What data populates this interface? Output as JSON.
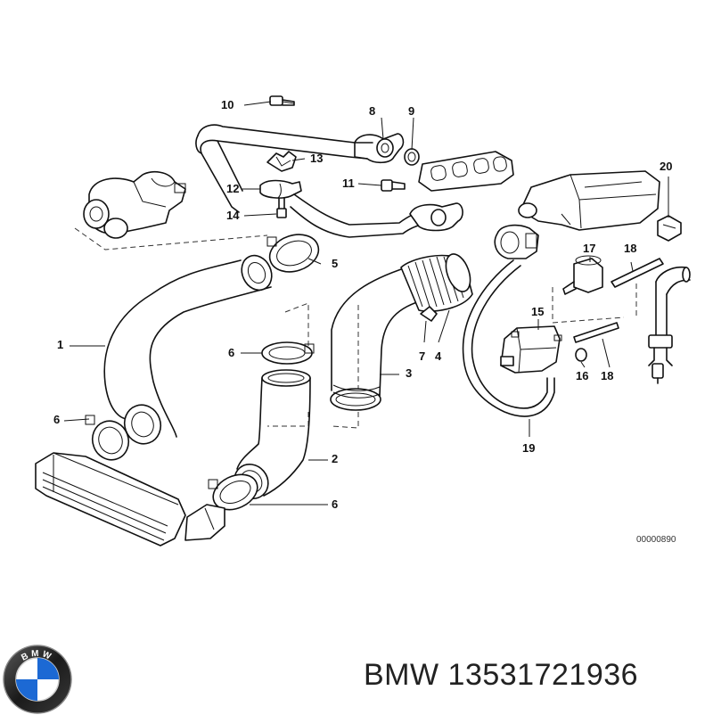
{
  "diagram": {
    "reference_code": "00000890",
    "callouts": [
      {
        "label": "1"
      },
      {
        "label": "2"
      },
      {
        "label": "3"
      },
      {
        "label": "4"
      },
      {
        "label": "5"
      },
      {
        "label": "6"
      },
      {
        "label": "6"
      },
      {
        "label": "6"
      },
      {
        "label": "7"
      },
      {
        "label": "8"
      },
      {
        "label": "9"
      },
      {
        "label": "10"
      },
      {
        "label": "11"
      },
      {
        "label": "12"
      },
      {
        "label": "13"
      },
      {
        "label": "14"
      },
      {
        "label": "15"
      },
      {
        "label": "16"
      },
      {
        "label": "17"
      },
      {
        "label": "18"
      },
      {
        "label": "18"
      },
      {
        "label": "19"
      },
      {
        "label": "20"
      }
    ]
  },
  "footer": {
    "brand": "BMW",
    "part_number": "13531721936",
    "logo_letters": "BMW"
  }
}
